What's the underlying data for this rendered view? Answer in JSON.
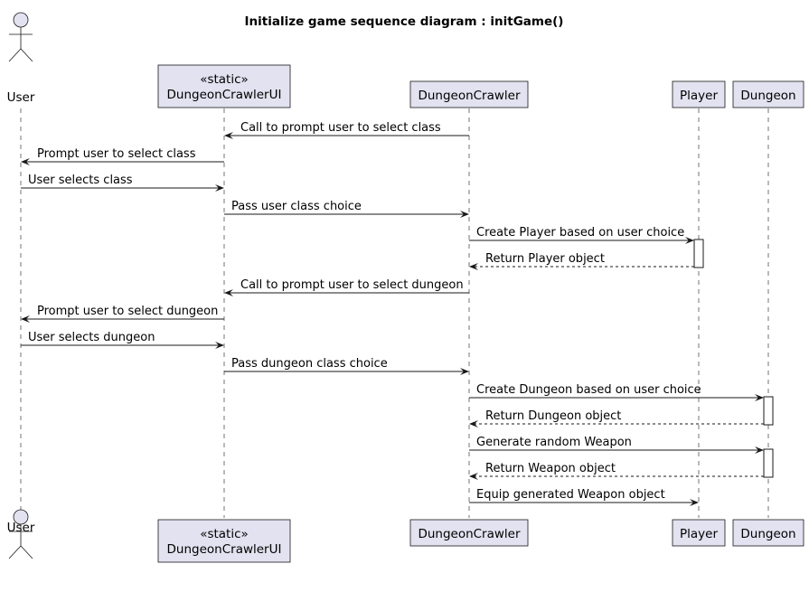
{
  "title": "Initialize game sequence diagram : initGame()",
  "participants": [
    {
      "id": "user",
      "type": "actor",
      "lines": [
        "User"
      ]
    },
    {
      "id": "ui",
      "type": "box",
      "lines": [
        "«static»",
        "DungeonCrawlerUI"
      ]
    },
    {
      "id": "crawler",
      "type": "box",
      "lines": [
        "DungeonCrawler"
      ]
    },
    {
      "id": "player",
      "type": "box",
      "lines": [
        "Player"
      ]
    },
    {
      "id": "dungeon",
      "type": "box",
      "lines": [
        "Dungeon"
      ]
    }
  ],
  "messages": [
    {
      "from": "crawler",
      "to": "ui",
      "label": "Call to prompt user to select class",
      "style": "solid"
    },
    {
      "from": "ui",
      "to": "user",
      "label": "Prompt user to select class",
      "style": "solid"
    },
    {
      "from": "user",
      "to": "ui",
      "label": "User selects class",
      "style": "solid"
    },
    {
      "from": "ui",
      "to": "crawler",
      "label": "Pass user class choice",
      "style": "solid"
    },
    {
      "from": "crawler",
      "to": "player",
      "label": "Create Player based on user choice",
      "style": "solid"
    },
    {
      "from": "player",
      "to": "crawler",
      "label": "Return Player object",
      "style": "dashed"
    },
    {
      "from": "crawler",
      "to": "ui",
      "label": "Call to prompt user to select dungeon",
      "style": "solid"
    },
    {
      "from": "ui",
      "to": "user",
      "label": "Prompt user to select dungeon",
      "style": "solid"
    },
    {
      "from": "user",
      "to": "ui",
      "label": "User selects dungeon",
      "style": "solid"
    },
    {
      "from": "ui",
      "to": "crawler",
      "label": "Pass dungeon class choice",
      "style": "solid"
    },
    {
      "from": "crawler",
      "to": "dungeon",
      "label": "Create Dungeon based on user choice",
      "style": "solid"
    },
    {
      "from": "dungeon",
      "to": "crawler",
      "label": "Return Dungeon object",
      "style": "dashed"
    },
    {
      "from": "crawler",
      "to": "dungeon",
      "label": "Generate random Weapon",
      "style": "solid"
    },
    {
      "from": "dungeon",
      "to": "crawler",
      "label": "Return Weapon object",
      "style": "dashed"
    },
    {
      "from": "crawler",
      "to": "player",
      "label": "Equip generated Weapon object",
      "style": "solid"
    }
  ],
  "activations": [
    {
      "participant": "player",
      "from_message": 4,
      "to_message": 5
    },
    {
      "participant": "dungeon",
      "from_message": 10,
      "to_message": 11
    },
    {
      "participant": "dungeon",
      "from_message": 12,
      "to_message": 13
    }
  ],
  "colors": {
    "participant_fill": "#e2e2f0",
    "participant_border": "#181818",
    "lifeline": "#181818",
    "activation_fill": "#ffffff"
  }
}
